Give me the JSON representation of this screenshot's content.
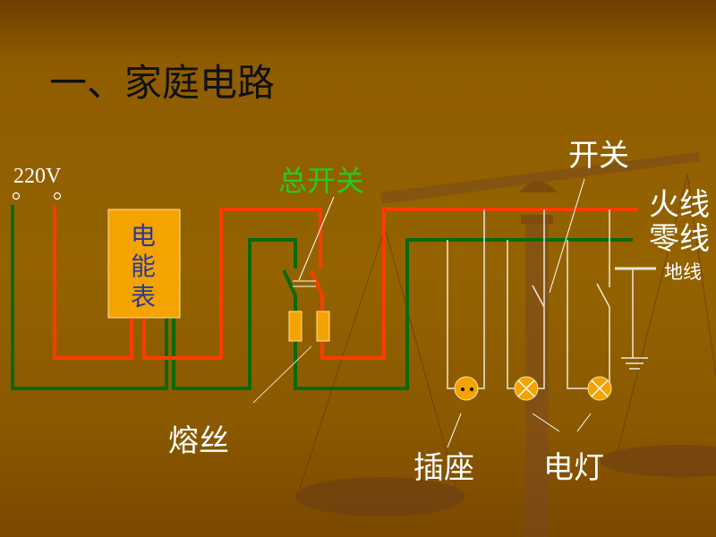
{
  "title": "一、家庭电路",
  "labels": {
    "voltage": "220V",
    "meter": [
      "电",
      "能",
      "表"
    ],
    "main_switch": "总开关",
    "switch": "开关",
    "live_wire": "火线",
    "neutral_wire": "零线",
    "ground_wire": "地线",
    "fuse": "熔丝",
    "socket": "插座",
    "lamp": "电灯"
  },
  "colors": {
    "live": "#ff3c00",
    "neutral": "#0a6a0a",
    "meter_fill": "#f5a300",
    "meter_text": "#2a3a9a",
    "main_switch_label": "#22cc22",
    "white": "#ffffff"
  }
}
